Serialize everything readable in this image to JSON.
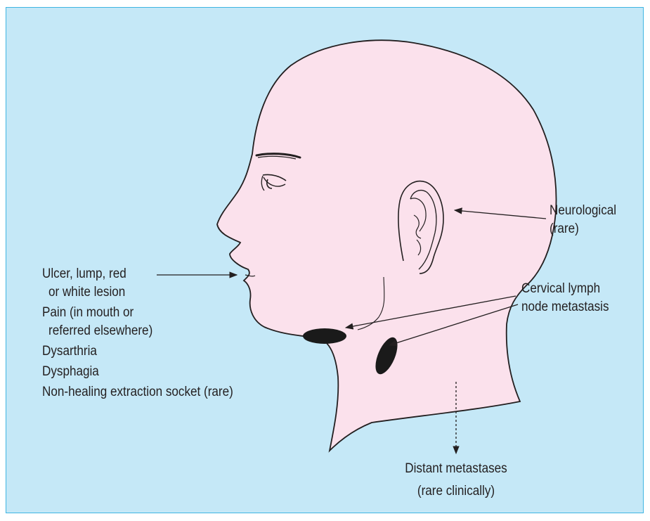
{
  "figure": {
    "background_color": "#c5e8f7",
    "border_color": "#3fb5e2",
    "skin_color": "#fbe1ec",
    "outline_color": "#231f20",
    "lymph_node_color": "#1a1a1a"
  },
  "labels": {
    "neurological_line1": "Neurological",
    "neurological_line2": "(rare)",
    "cervical_line1": "Cervical lymph",
    "cervical_line2": "node metastasis",
    "distant_line1": "Distant metastases",
    "distant_line2": "(rare clinically)"
  },
  "symptoms": [
    "Ulcer, lump, red",
    "or white lesion",
    "Pain (in mouth or",
    "referred elsewhere)",
    "Dysarthria",
    "Dysphagia",
    "Non-healing extraction socket (rare)"
  ]
}
